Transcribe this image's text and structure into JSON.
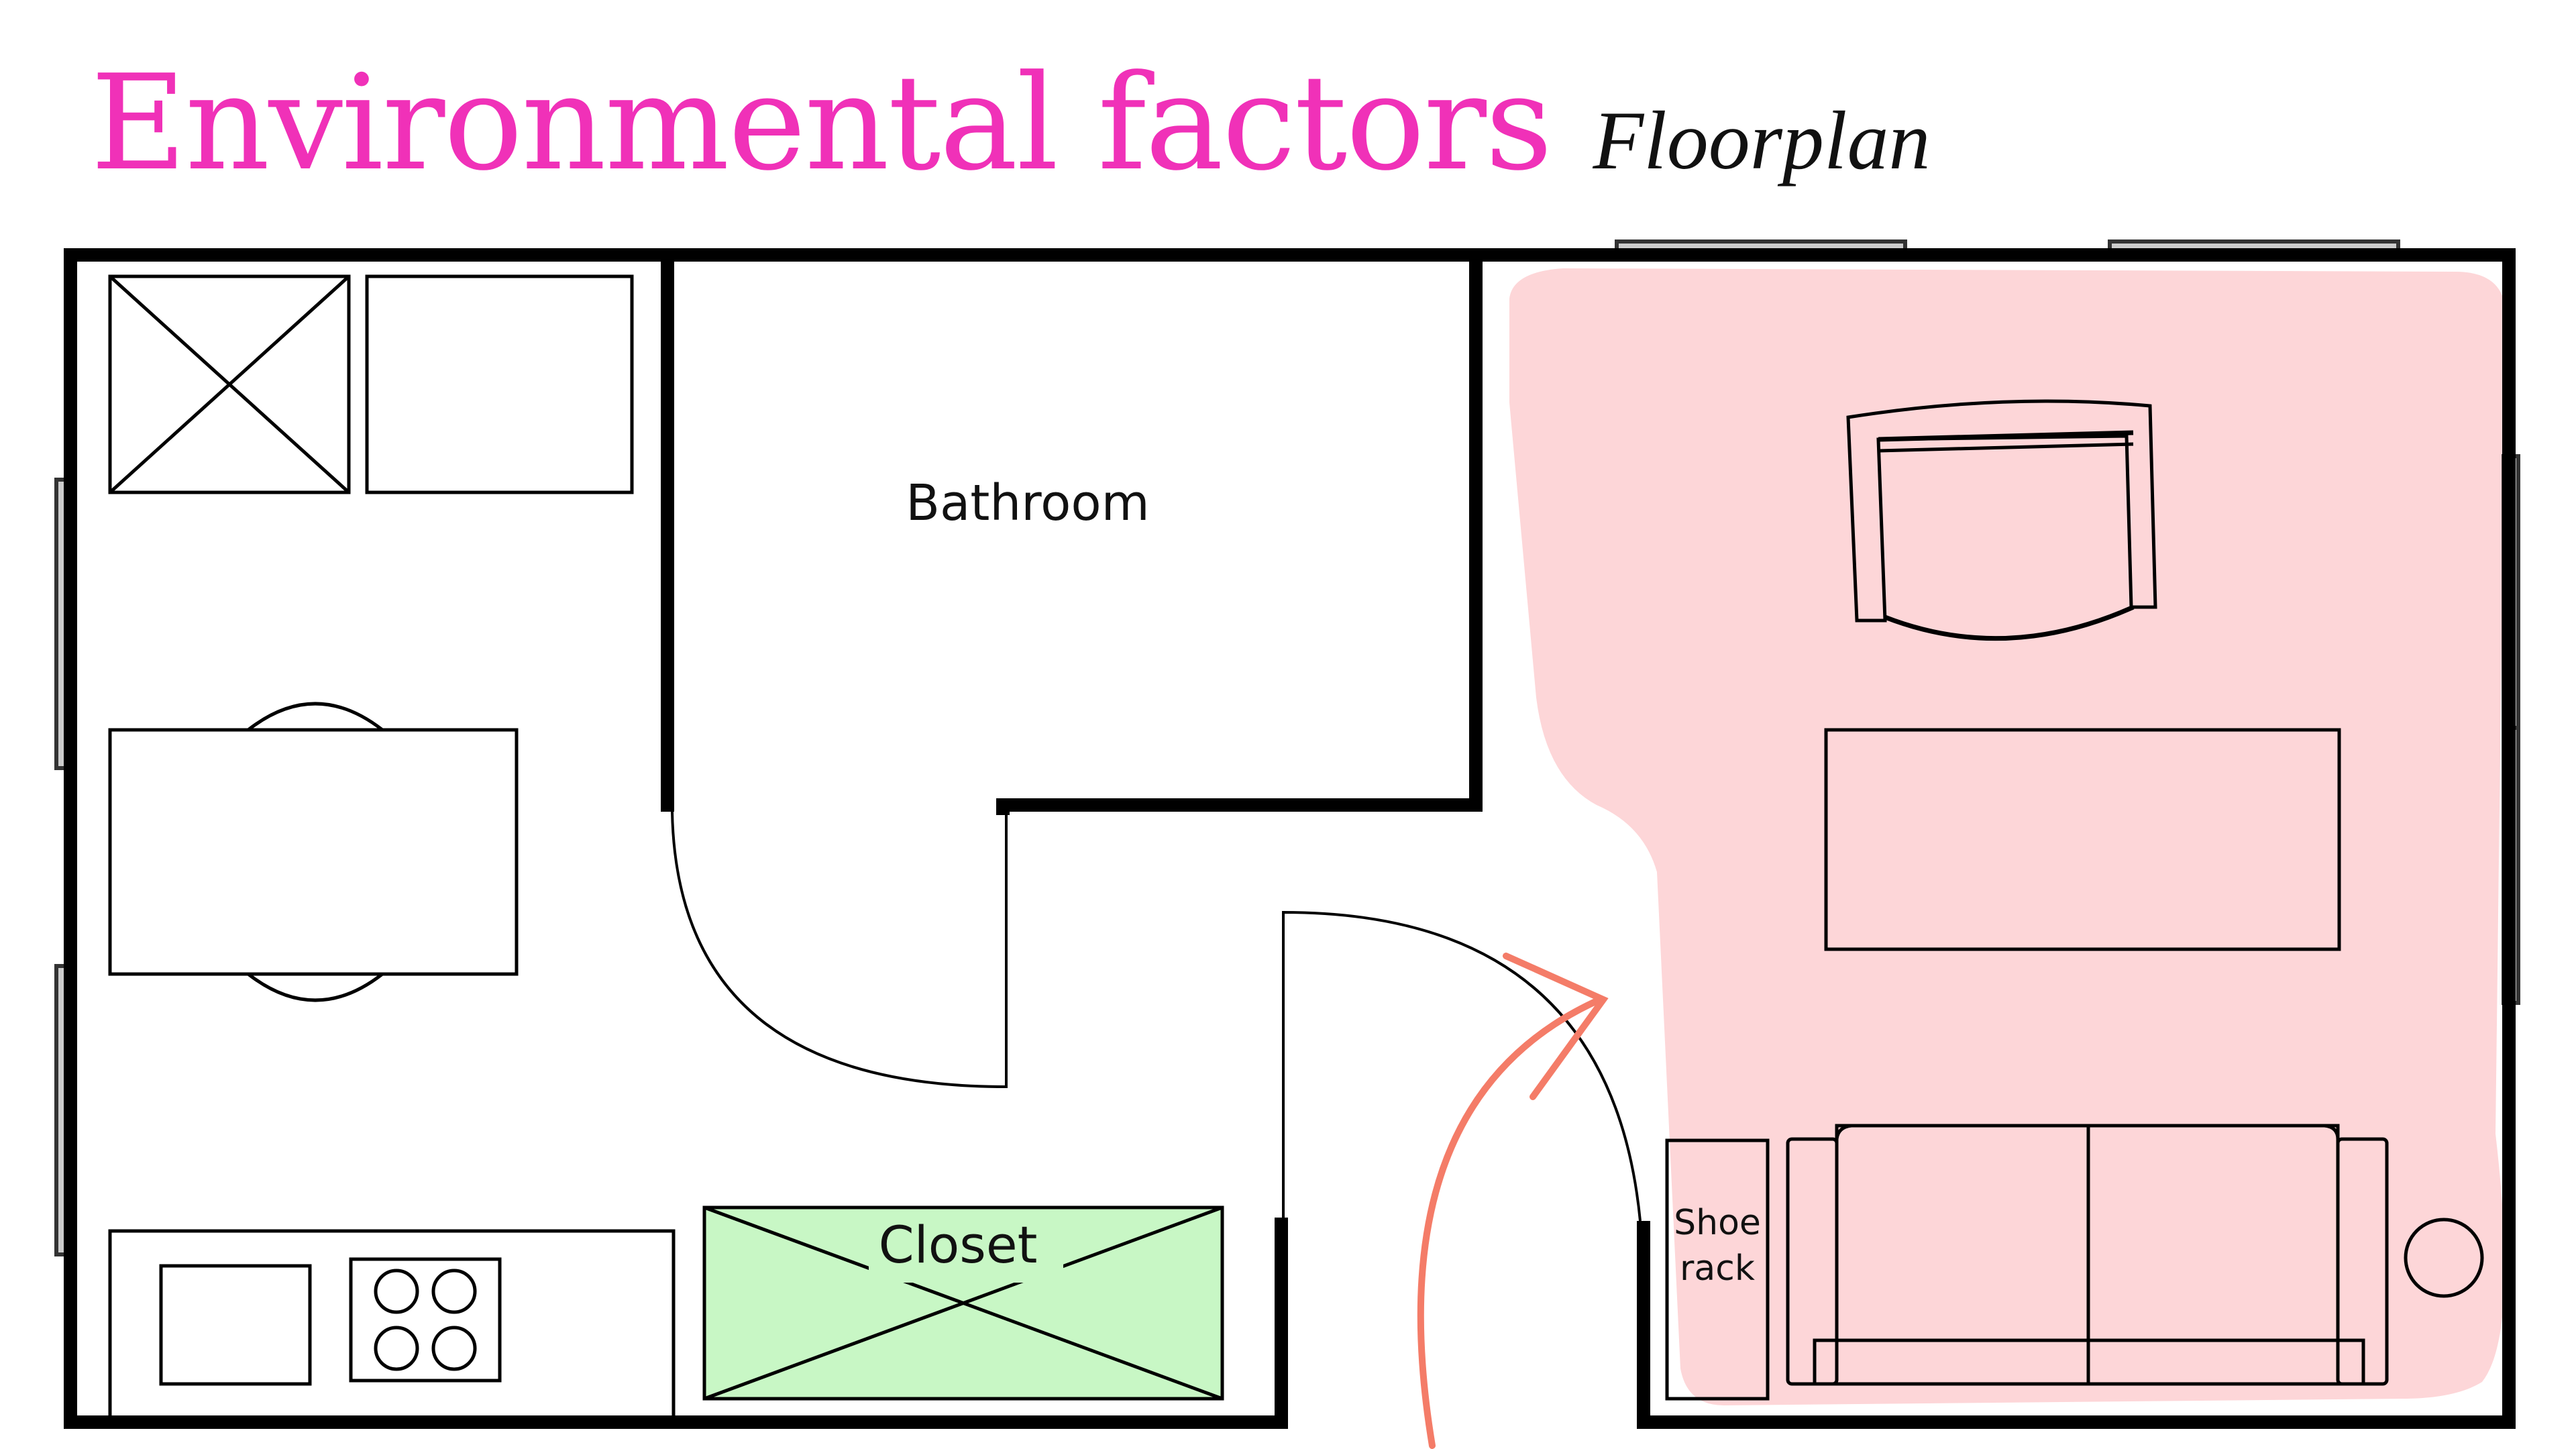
{
  "header": {
    "title": "Environmental factors",
    "subtitle": "Floorplan"
  },
  "rooms": {
    "bathroom": "Bathroom",
    "closet": "Closet",
    "shoe_rack_line1": "Shoe",
    "shoe_rack_line2": "rack"
  },
  "colors": {
    "title": "#f031b8",
    "highlight_zone": "#fdd6d8",
    "closet_fill": "#c8f7c5",
    "entry_arrow": "#f47c68",
    "window_fill": "#cccccc"
  }
}
